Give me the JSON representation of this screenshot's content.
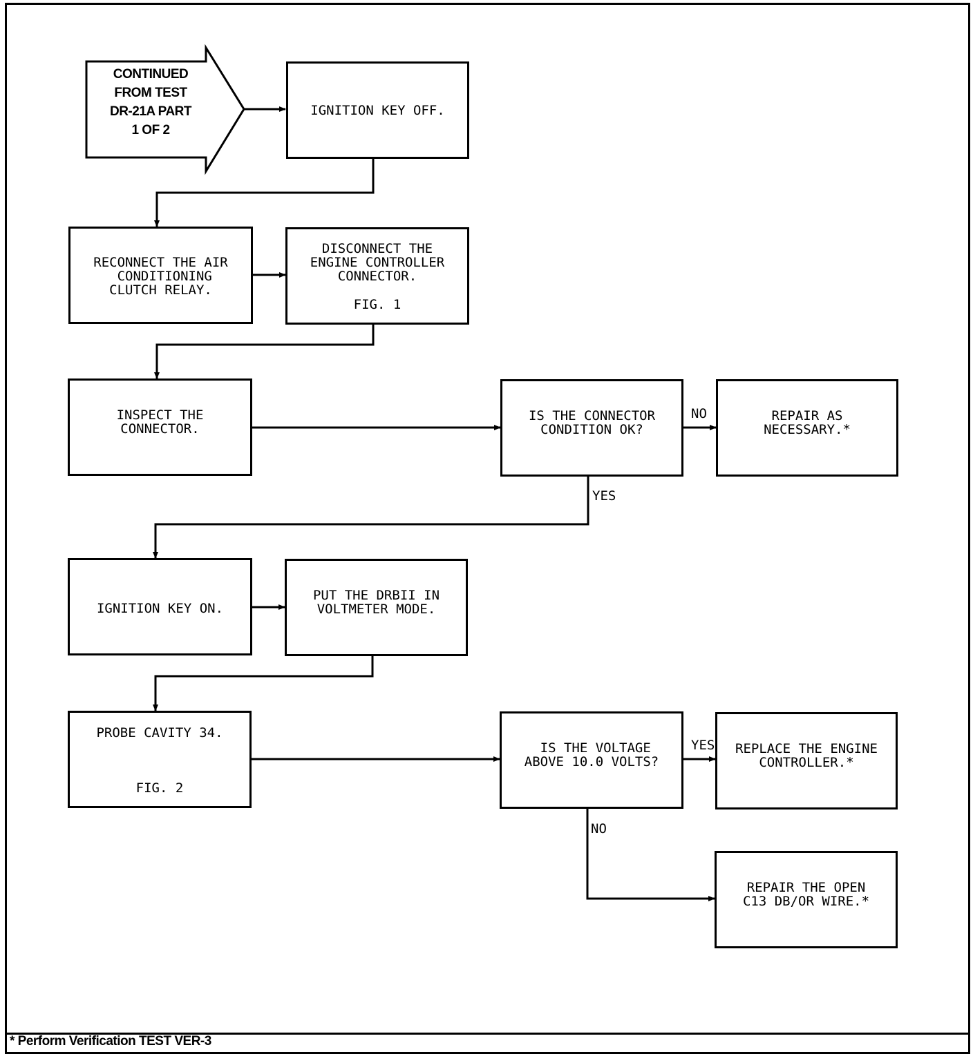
{
  "start": {
    "lines": [
      "CONTINUED",
      "FROM TEST",
      "DR-21A PART",
      "1 OF 2"
    ]
  },
  "boxes": {
    "ignition_off": "IGNITION KEY OFF.",
    "reconnect_relay": "RECONNECT THE AIR\n CONDITIONING\nCLUTCH RELAY.",
    "disconnect_connector": "DISCONNECT THE\nENGINE CONTROLLER\nCONNECTOR.",
    "disconnect_fig": "FIG. 1",
    "inspect_connector": "INSPECT THE\nCONNECTOR.",
    "connector_ok_question": "IS THE CONNECTOR\nCONDITION OK?",
    "repair_as_necessary": "REPAIR AS\nNECESSARY.*",
    "ignition_on": "IGNITION KEY ON.",
    "drbii_voltmeter": "PUT THE DRBII IN\nVOLTMETER MODE.",
    "probe_cavity": "PROBE CAVITY 34.",
    "probe_fig": "FIG. 2",
    "voltage_question": " IS THE VOLTAGE\nABOVE 10.0 VOLTS?",
    "replace_controller": "REPLACE THE ENGINE\nCONTROLLER.*",
    "repair_open": "REPAIR THE OPEN\nC13 DB/OR WIRE.*"
  },
  "labels": {
    "connector_no": "NO",
    "connector_yes": "YES",
    "voltage_yes": "YES",
    "voltage_no": "NO"
  },
  "footer": {
    "note": "* Perform Verification TEST VER-3"
  }
}
